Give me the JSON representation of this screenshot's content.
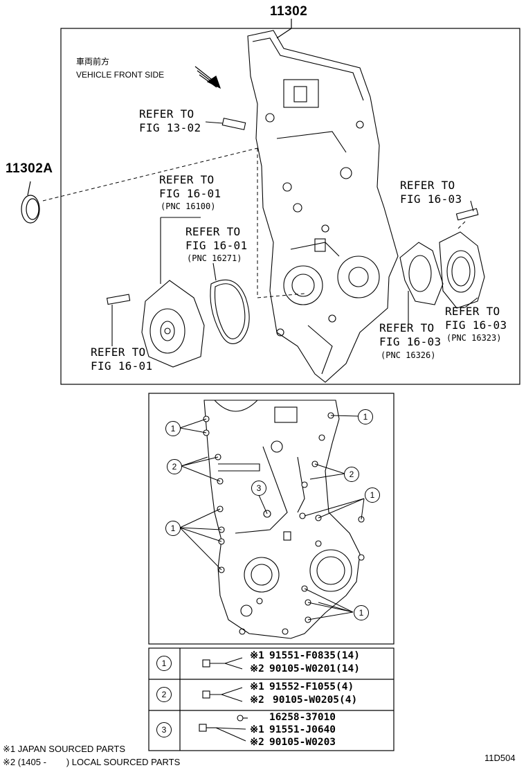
{
  "labels": {
    "main_part": "11302",
    "seal_part": "11302A",
    "front_jp": "車両前方",
    "front_en": "VEHICLE FRONT SIDE",
    "diagram_code": "11D504"
  },
  "refs": {
    "r1": {
      "line1": "REFER TO",
      "line2": "FIG 13-02"
    },
    "r2": {
      "line1": "REFER TO",
      "line2": "FIG 16-01",
      "pnc": "(PNC 16100)"
    },
    "r3": {
      "line1": "REFER TO",
      "line2": "FIG 16-01",
      "pnc": "(PNC 16271)"
    },
    "r4": {
      "line1": "REFER TO",
      "line2": "FIG 16-01"
    },
    "r5": {
      "line1": "REFER TO",
      "line2": "FIG 16-03"
    },
    "r6": {
      "line1": "REFER TO",
      "line2": "FIG 16-03",
      "pnc": "(PNC 16323)"
    },
    "r7": {
      "line1": "REFER TO",
      "line2": "FIG 16-03",
      "pnc": "(PNC 16326)"
    }
  },
  "callouts": {
    "one": "1",
    "two": "2",
    "three": "3"
  },
  "table": {
    "rows": [
      {
        "num": "1",
        "l1_mark": "※1",
        "l1": "91551-F0835(14)",
        "l2_mark": "※2",
        "l2": "90105-W0201(14)"
      },
      {
        "num": "2",
        "l1_mark": "※1",
        "l1": "91552-F1055(4)",
        "l2_mark": "※2",
        "l2": "90105-W0205(4)"
      },
      {
        "num": "3",
        "l0": "16258-37010",
        "l1_mark": "※1",
        "l1": "91551-J0640",
        "l2_mark": "※2",
        "l2": "90105-W0203"
      }
    ]
  },
  "footnotes": {
    "f1": "※1 JAPAN SOURCED PARTS",
    "f2": "※2 (1405 -        ) LOCAL SOURCED PARTS"
  }
}
